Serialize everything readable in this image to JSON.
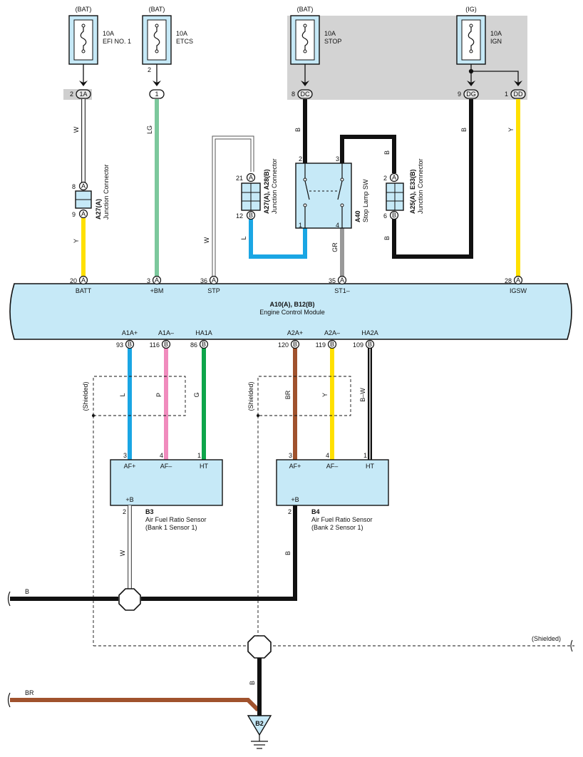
{
  "fuses": [
    {
      "source": "(BAT)",
      "rating": "10A",
      "name": "EFI NO. 1",
      "pin": "2",
      "connector": "1A"
    },
    {
      "source": "(BAT)",
      "rating": "10A",
      "name": "ETCS",
      "pin": "1",
      "upper_pin": "2"
    },
    {
      "source": "(BAT)",
      "rating": "10A",
      "name": "STOP",
      "pin": "8",
      "connector": "DC"
    },
    {
      "source": "(IG)",
      "rating": "10A",
      "name": "IGN",
      "pin": "9",
      "connector": "DG"
    },
    {
      "pin": "1",
      "connector": "DD"
    }
  ],
  "wire_colors": {
    "W": "#ffffff",
    "Y": "#ffe000",
    "LG": "#7cc89c",
    "L": "#1aa6e4",
    "GR": "#999999",
    "B": "#111111",
    "P": "#f08bbd",
    "G": "#0da54a",
    "BR": "#a0522d"
  },
  "wire_labels": {
    "efi_w": "W",
    "efi_y": "Y",
    "etcs_lg": "LG",
    "stp_w": "W",
    "stp_l": "L",
    "stop_b": "B",
    "sw_b": "B",
    "gr": "GR",
    "sw_b2": "B",
    "dg_b": "B",
    "dd_y": "Y",
    "s1_l": "L",
    "s1_p": "P",
    "s1_g": "G",
    "s2_br": "BR",
    "s2_y": "Y",
    "s2_bw": "B–W",
    "s1_w": "W",
    "s2_b": "B",
    "ground_b": "B",
    "bus_b": "B",
    "bus_br": "BR"
  },
  "connectors": {
    "a27a": {
      "code": "A27(A)",
      "desc": "Junction Connector",
      "pin_top": "8",
      "pin_bottom": "9",
      "tag": "A"
    },
    "a27a28": {
      "code": "A27(A), A28(B)",
      "desc": "Junction Connector",
      "pin_top": "21",
      "pin_bottom": "12",
      "tag_top": "A",
      "tag_bottom": "B"
    },
    "a40": {
      "code": "A40",
      "desc": "Stop Lamp SW",
      "pin_tl": "2",
      "pin_tr": "3",
      "pin_bl": "1",
      "pin_br": "4"
    },
    "a25": {
      "code": "A25(A), E33(B)",
      "desc": "Junction Connector",
      "pin_top": "2",
      "pin_bottom": "6",
      "tag_top": "A",
      "tag_bottom": "B"
    }
  },
  "ecm": {
    "code": "A10(A), B12(B)",
    "name": "Engine Control Module",
    "top_pins": [
      {
        "num": "20",
        "tag": "A",
        "name": "BATT"
      },
      {
        "num": "3",
        "tag": "A",
        "name": "+BM"
      },
      {
        "num": "36",
        "tag": "A",
        "name": "STP"
      },
      {
        "num": "35",
        "tag": "A",
        "name": "ST1–"
      },
      {
        "num": "28",
        "tag": "A",
        "name": "IGSW"
      }
    ],
    "bottom_pins": [
      {
        "num": "93",
        "tag": "B",
        "name": "A1A+"
      },
      {
        "num": "116",
        "tag": "B",
        "name": "A1A–"
      },
      {
        "num": "86",
        "tag": "B",
        "name": "HA1A"
      },
      {
        "num": "120",
        "tag": "B",
        "name": "A2A+"
      },
      {
        "num": "119",
        "tag": "B",
        "name": "A2A–"
      },
      {
        "num": "109",
        "tag": "B",
        "name": "HA2A"
      }
    ]
  },
  "sensors": [
    {
      "code": "B3",
      "name": "Air Fuel Ratio Sensor",
      "sub": "(Bank 1 Sensor 1)",
      "pins": [
        {
          "num": "3",
          "name": "AF+"
        },
        {
          "num": "4",
          "name": "AF–"
        },
        {
          "num": "1",
          "name": "HT"
        }
      ],
      "power": "+B",
      "power_pin": "2"
    },
    {
      "code": "B4",
      "name": "Air Fuel Ratio Sensor",
      "sub": "(Bank 2 Sensor 1)",
      "pins": [
        {
          "num": "3",
          "name": "AF+"
        },
        {
          "num": "4",
          "name": "AF–"
        },
        {
          "num": "1",
          "name": "HT"
        }
      ],
      "power": "+B",
      "power_pin": "2"
    }
  ],
  "shielded": [
    "(Shielded)",
    "(Shielded)",
    "(Shielded)"
  ],
  "ground": {
    "code": "B2"
  }
}
